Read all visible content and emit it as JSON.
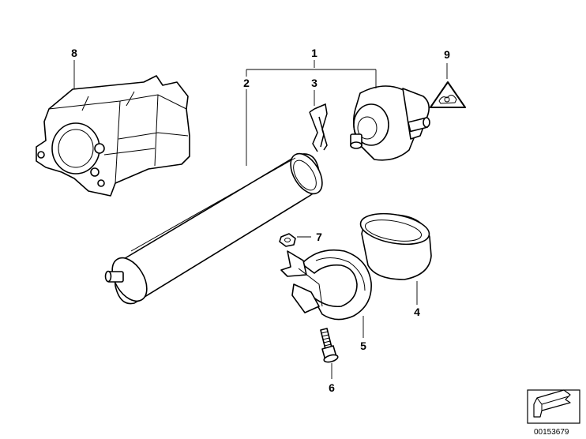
{
  "callouts": {
    "c1": "1",
    "c2": "2",
    "c3": "3",
    "c4": "4",
    "c5": "5",
    "c6": "6",
    "c7": "7",
    "c8": "8",
    "c9": "9"
  },
  "document_number": "00153679",
  "icons": {
    "warning": "warning-triangle-icon",
    "navigation": "view-arrow-icon"
  }
}
